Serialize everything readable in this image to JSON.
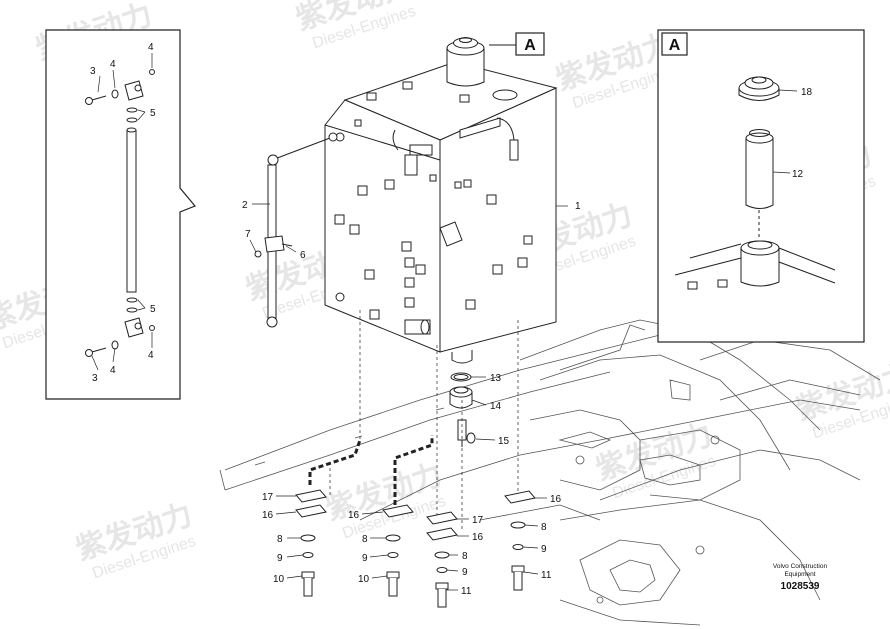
{
  "section_marker": "A",
  "detail_marker": "A",
  "callouts": [
    {
      "id": "c1",
      "text": "1"
    },
    {
      "id": "c2",
      "text": "2"
    },
    {
      "id": "c3a",
      "text": "3"
    },
    {
      "id": "c4a",
      "text": "4"
    },
    {
      "id": "c4b",
      "text": "4"
    },
    {
      "id": "c5a",
      "text": "5"
    },
    {
      "id": "c5b",
      "text": "5"
    },
    {
      "id": "c4c",
      "text": "4"
    },
    {
      "id": "c4d",
      "text": "4"
    },
    {
      "id": "c3b",
      "text": "3"
    },
    {
      "id": "c7",
      "text": "7"
    },
    {
      "id": "c6",
      "text": "6"
    },
    {
      "id": "c18",
      "text": "18"
    },
    {
      "id": "c12",
      "text": "12"
    },
    {
      "id": "c13",
      "text": "13"
    },
    {
      "id": "c14",
      "text": "14"
    },
    {
      "id": "c15",
      "text": "15"
    },
    {
      "id": "c17a",
      "text": "17"
    },
    {
      "id": "c16a",
      "text": "16"
    },
    {
      "id": "c8a",
      "text": "8"
    },
    {
      "id": "c9a",
      "text": "9"
    },
    {
      "id": "c10a",
      "text": "10"
    },
    {
      "id": "c16b",
      "text": "16"
    },
    {
      "id": "c8b",
      "text": "8"
    },
    {
      "id": "c9b",
      "text": "9"
    },
    {
      "id": "c10b",
      "text": "10"
    },
    {
      "id": "c17b",
      "text": "17"
    },
    {
      "id": "c16c",
      "text": "16"
    },
    {
      "id": "c8c",
      "text": "8"
    },
    {
      "id": "c9c",
      "text": "9"
    },
    {
      "id": "c11a",
      "text": "11"
    },
    {
      "id": "c16d",
      "text": "16"
    },
    {
      "id": "c8d",
      "text": "8"
    },
    {
      "id": "c9d",
      "text": "9"
    },
    {
      "id": "c11b",
      "text": "11"
    }
  ],
  "footer": {
    "brand_line1": "Volvo Construction",
    "brand_line2": "Equipment",
    "drawing_number": "1028539"
  },
  "watermark": {
    "cn": "紫发动力",
    "en": "Diesel-Engines"
  }
}
